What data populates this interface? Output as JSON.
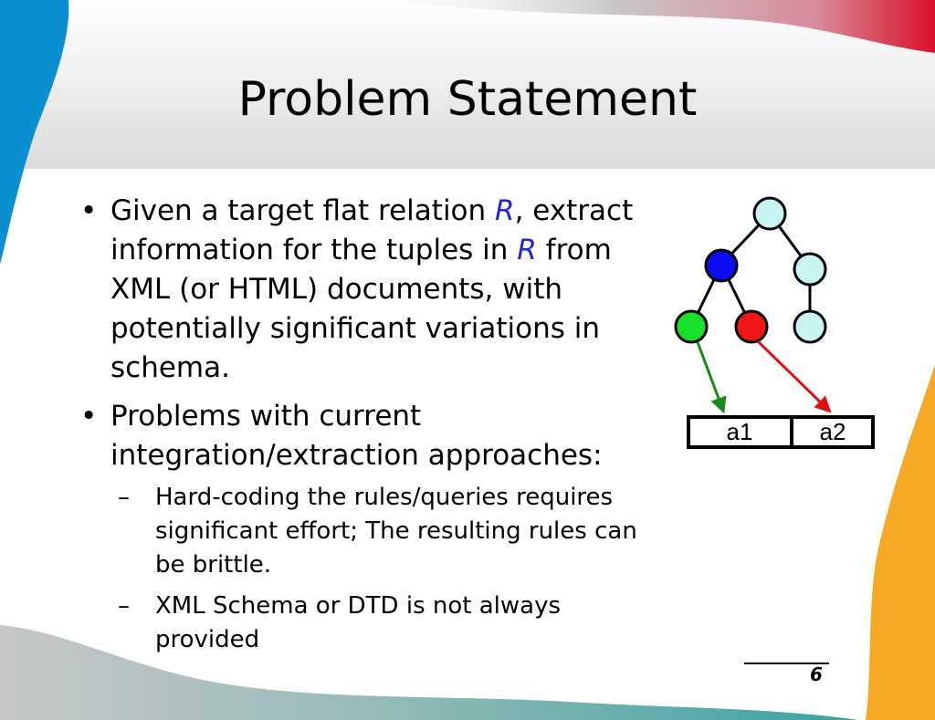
{
  "slide": {
    "title": "Problem Statement",
    "page_number": "6"
  },
  "bullets": [
    {
      "marker": "•",
      "text_1": "Given a target flat relation ",
      "var_1": "R",
      "text_2": ", extract information for the tuples in ",
      "var_2": "R",
      "text_3": " from XML (or HTML) documents, with potentially significant variations in schema."
    },
    {
      "marker": "•",
      "text": "Problems with current integration/extraction approaches:",
      "subs": [
        {
          "marker": "–",
          "text": "Hard-coding the rules/queries requires significant effort; The resulting rules can be brittle."
        },
        {
          "marker": "–",
          "text": "XML Schema or DTD is not always provided"
        }
      ]
    }
  ],
  "diagram": {
    "cells": [
      "a1",
      "a2"
    ],
    "colors": {
      "light_node": "#c8f4f4",
      "blue_node": "#0c0cf2",
      "green_node": "#16e02a",
      "red_node": "#f01414",
      "green_arrow": "#1a8a1a",
      "red_arrow": "#e01010"
    }
  },
  "decor_colors": {
    "left_blue": "#0a8fd0",
    "right_orange": "#f5a823",
    "top_red": "#d8102a",
    "bottom_teal": "#3aa3a0"
  }
}
